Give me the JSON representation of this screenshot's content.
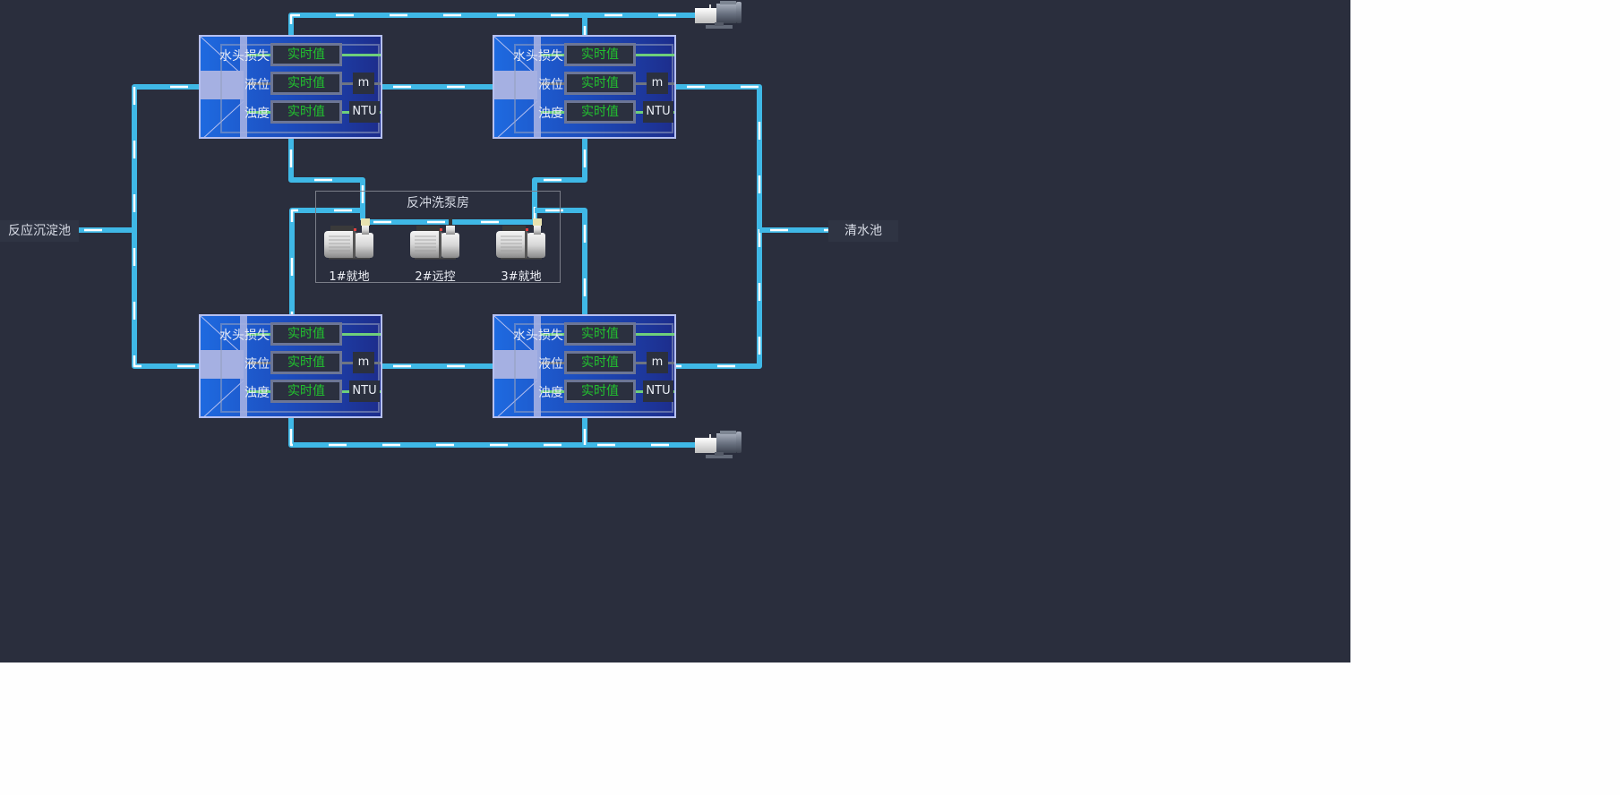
{
  "colors": {
    "background": "#2a2e3d",
    "pipe": "#3fb8e6",
    "pipe_dash": "#ffffff",
    "filter_blue": "#1e5ed0",
    "value_text": "#22c32e"
  },
  "sources": {
    "inlet_label": "反应沉淀池",
    "outlet_label": "清水池"
  },
  "filters": [
    {
      "id": "filter-1",
      "rows": [
        {
          "label": "水头损失",
          "value": "实时值",
          "unit": ""
        },
        {
          "label": "液位",
          "value": "实时值",
          "unit": "m"
        },
        {
          "label": "浊度",
          "value": "实时值",
          "unit": "NTU"
        }
      ]
    },
    {
      "id": "filter-2",
      "rows": [
        {
          "label": "水头损失",
          "value": "实时值",
          "unit": ""
        },
        {
          "label": "液位",
          "value": "实时值",
          "unit": "m"
        },
        {
          "label": "浊度",
          "value": "实时值",
          "unit": "NTU"
        }
      ]
    },
    {
      "id": "filter-3",
      "rows": [
        {
          "label": "水头损失",
          "value": "实时值",
          "unit": ""
        },
        {
          "label": "液位",
          "value": "实时值",
          "unit": "m"
        },
        {
          "label": "浊度",
          "value": "实时值",
          "unit": "NTU"
        }
      ]
    },
    {
      "id": "filter-4",
      "rows": [
        {
          "label": "水头损失",
          "value": "实时值",
          "unit": ""
        },
        {
          "label": "液位",
          "value": "实时值",
          "unit": "m"
        },
        {
          "label": "浊度",
          "value": "实时值",
          "unit": "NTU"
        }
      ]
    }
  ],
  "pump_house": {
    "title": "反冲洗泵房",
    "pumps": [
      {
        "label": "1#就地",
        "icon": "vacuum-pump-icon"
      },
      {
        "label": "2#远控",
        "icon": "vacuum-pump-icon"
      },
      {
        "label": "3#就地",
        "icon": "vacuum-pump-icon"
      }
    ]
  },
  "blowers": [
    {
      "name": "top-blower",
      "icon": "motor-icon"
    },
    {
      "name": "bottom-blower",
      "icon": "motor-icon"
    }
  ]
}
